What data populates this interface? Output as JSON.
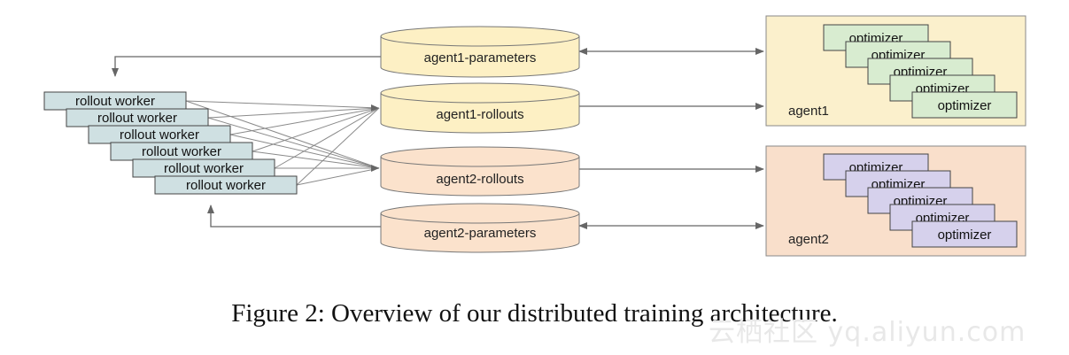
{
  "workers": {
    "labels": [
      "rollout worker",
      "rollout worker",
      "rollout worker",
      "rollout worker",
      "rollout worker",
      "rollout worker"
    ],
    "color": "#cfe0e2"
  },
  "stores": {
    "agent1_parameters": "agent1-parameters",
    "agent1_rollouts": "agent1-rollouts",
    "agent2_rollouts": "agent2-rollouts",
    "agent2_parameters": "agent2-parameters",
    "agent1_color": "#fdf0c4",
    "agent2_color": "#fbe2cc"
  },
  "agents": {
    "agent1": {
      "label": "agent1",
      "optimizers": [
        "optimizer",
        "optimizer",
        "optimizer",
        "optimizer",
        "optimizer"
      ],
      "bg": "#fbf0cc",
      "optimizer_color": "#d8ecd0"
    },
    "agent2": {
      "label": "agent2",
      "optimizers": [
        "optimizer",
        "optimizer",
        "optimizer",
        "optimizer",
        "optimizer"
      ],
      "bg": "#f9dfcb",
      "optimizer_color": "#d6d1ec"
    }
  },
  "caption": "Figure 2: Overview of our distributed training architecture.",
  "watermark": "云栖社区 yq.aliyun.com"
}
